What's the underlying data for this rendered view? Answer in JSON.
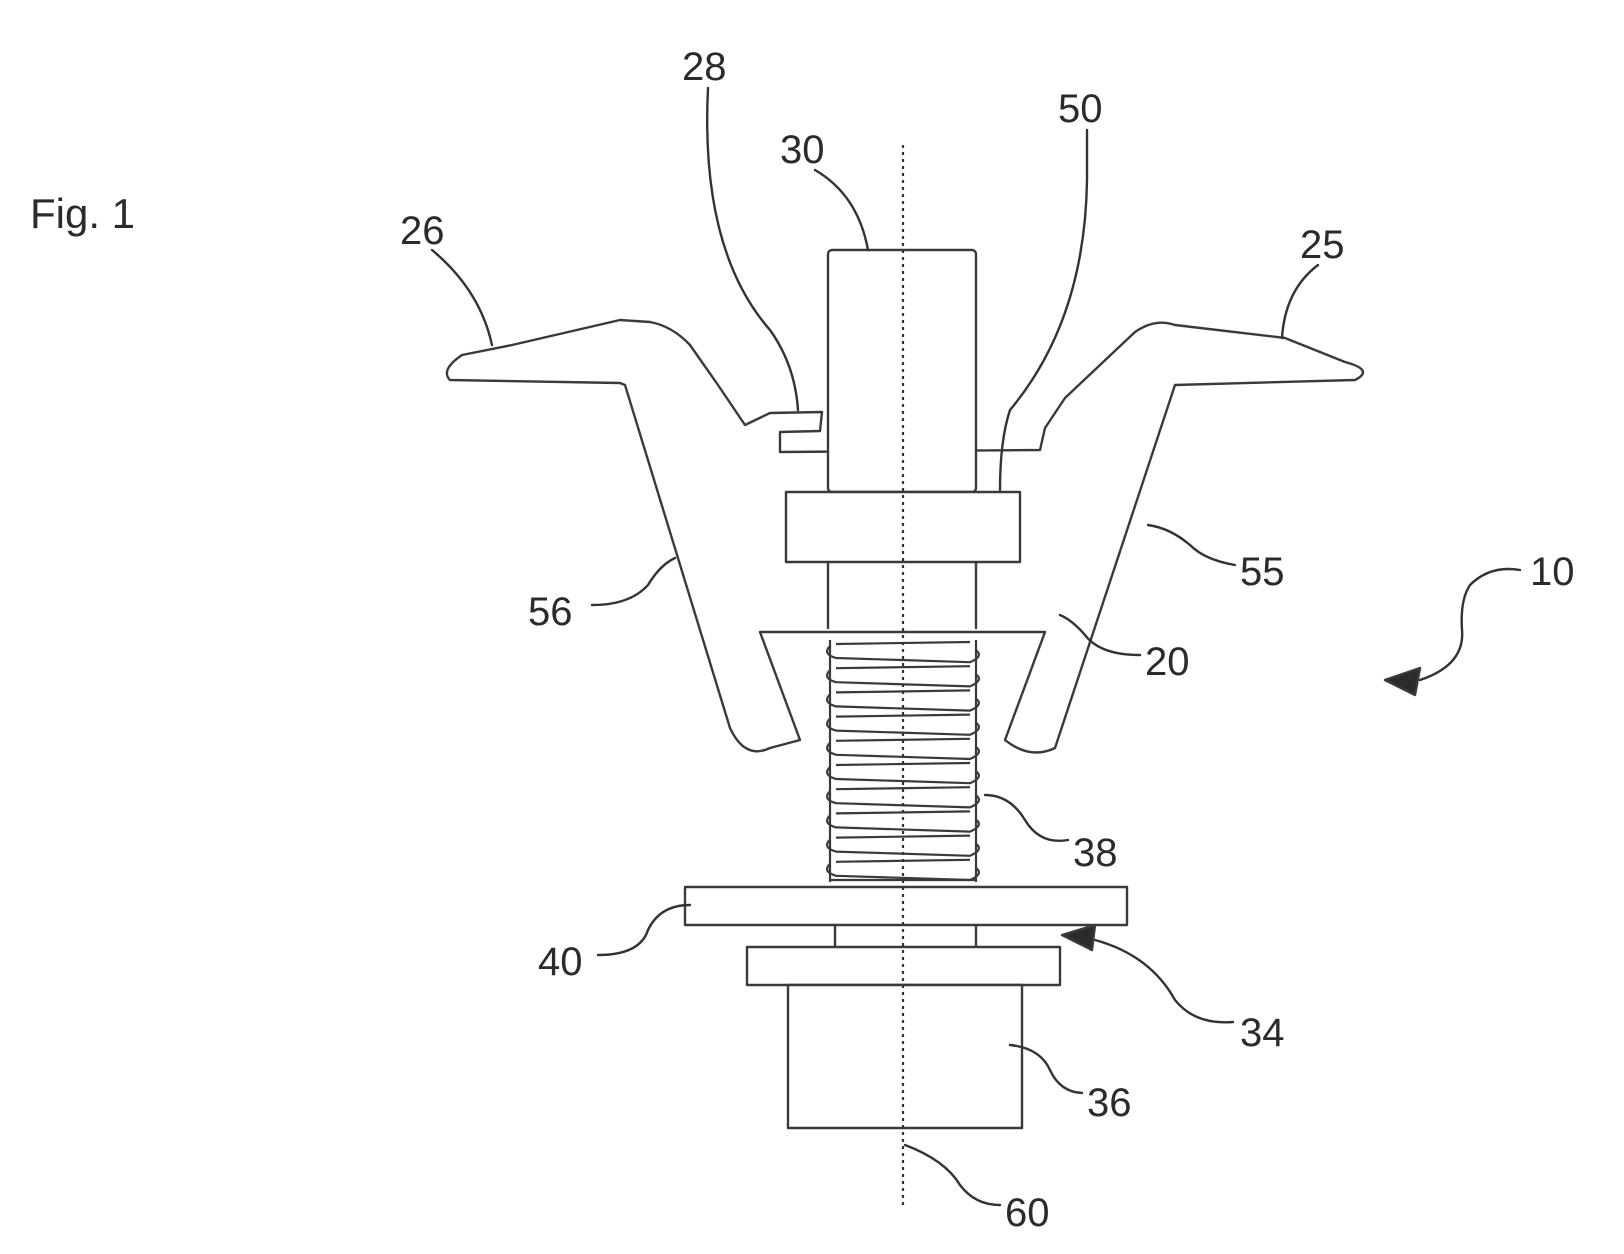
{
  "figure": {
    "title": "Fig. 1"
  },
  "labels": {
    "ref_10": "10",
    "ref_20": "20",
    "ref_25": "25",
    "ref_26": "26",
    "ref_28": "28",
    "ref_30": "30",
    "ref_34": "34",
    "ref_36": "36",
    "ref_38": "38",
    "ref_40": "40",
    "ref_50": "50",
    "ref_55": "55",
    "ref_56": "56",
    "ref_60": "60"
  },
  "colors": {
    "line": "#3a3a3a",
    "background": "#ffffff"
  }
}
